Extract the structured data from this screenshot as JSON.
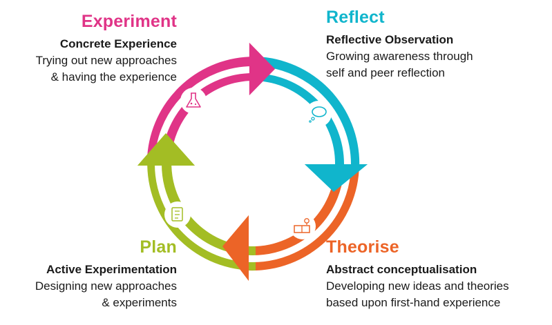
{
  "stages": {
    "experiment": {
      "title": "Experiment",
      "subtitle": "Concrete Experience",
      "lines": [
        "Trying out new approaches",
        "& having the experience"
      ],
      "color": "#e03487",
      "icon": "flask-icon"
    },
    "reflect": {
      "title": "Reflect",
      "subtitle": "Reflective Observation",
      "lines": [
        "Growing awareness through",
        "self and peer reflection"
      ],
      "color": "#10b5cc",
      "icon": "thought-bubble-icon"
    },
    "theorise": {
      "title": "Theorise",
      "subtitle": "Abstract conceptualisation",
      "lines": [
        "Developing new ideas and theories",
        "based upon first-hand experience"
      ],
      "color": "#ec6427",
      "icon": "book-lightbulb-icon"
    },
    "plan": {
      "title": "Plan",
      "subtitle": "Active Experimentation",
      "lines": [
        "Designing new approaches",
        "& experiments"
      ],
      "color": "#a3bd24",
      "icon": "checklist-icon"
    }
  }
}
